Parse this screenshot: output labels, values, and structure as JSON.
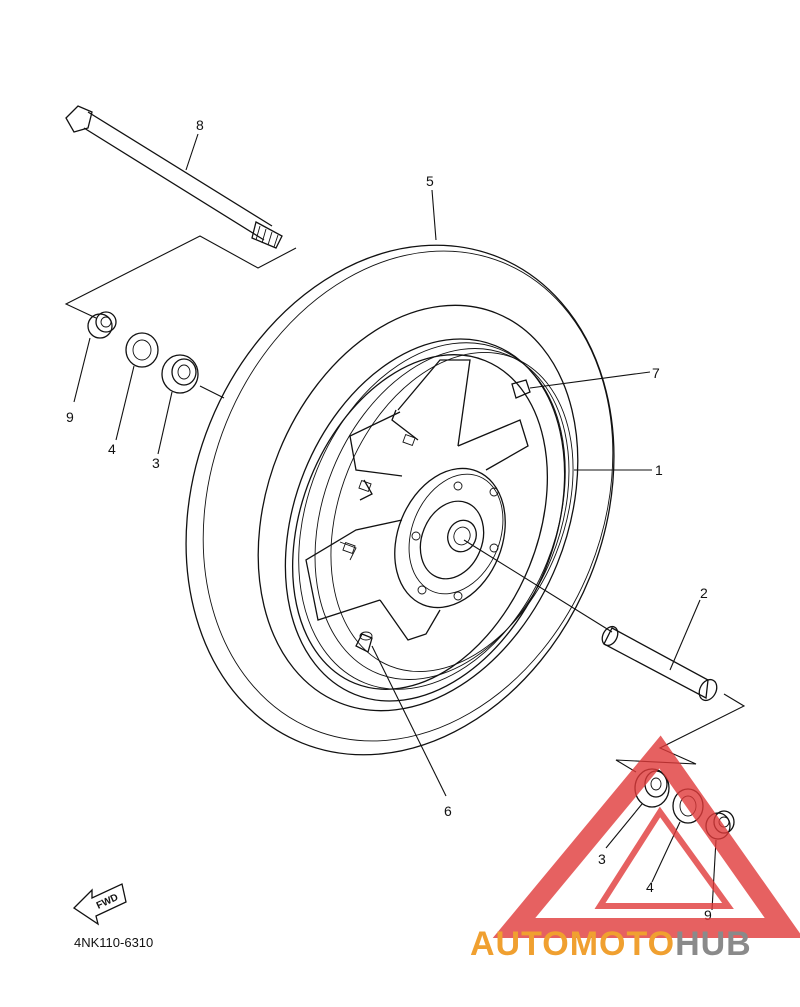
{
  "parts": [
    {
      "number": "1",
      "name_hint": "tire"
    },
    {
      "number": "2",
      "name_hint": "collar"
    },
    {
      "number": "3",
      "name_hint": "bearing"
    },
    {
      "number": "4",
      "name_hint": "oil-seal"
    },
    {
      "number": "5",
      "name_hint": "wheel"
    },
    {
      "number": "6",
      "name_hint": "valve"
    },
    {
      "number": "7",
      "name_hint": "balance-weight"
    },
    {
      "number": "8",
      "name_hint": "axle"
    },
    {
      "number": "9",
      "name_hint": "collar"
    }
  ],
  "labels": {
    "part_1": "1",
    "part_2": "2",
    "part_3_left": "3",
    "part_3_right": "3",
    "part_4_left": "4",
    "part_4_right": "4",
    "part_5": "5",
    "part_6": "6",
    "part_7": "7",
    "part_8": "8",
    "part_9_left": "9",
    "part_9_right": "9"
  },
  "fwd_arrow": "FWD",
  "diagram_code": "4NK110-6310",
  "watermark": {
    "part1": "AUTOMOTO",
    "part2": "HUB",
    "color_primary": "#f0a030",
    "color_secondary": "#888888",
    "triangle_color": "#e03a3a"
  }
}
